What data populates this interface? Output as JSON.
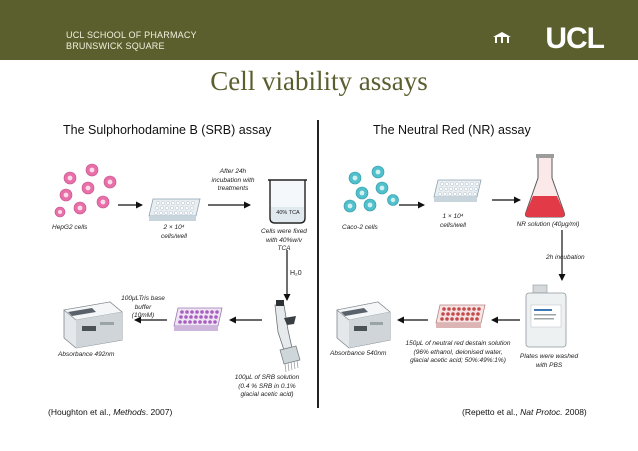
{
  "header": {
    "school_line1": "UCL SCHOOL OF PHARMACY",
    "school_line2": "BRUNSWICK SQUARE",
    "logo_text": "UCL"
  },
  "title": "Cell viability assays",
  "srb": {
    "heading": "The Sulphorhodamine B (SRB) assay",
    "hepg2": "HepG2 cells",
    "seed_line1": "2 × 10⁴",
    "seed_line2": "cells/well",
    "incubation_line1": "After 24h",
    "incubation_line2": "incubation with",
    "incubation_line3": "treatments",
    "fixed_line1": "Cells were fixed",
    "fixed_line2": "with 40%w/v",
    "fixed_line3": "TCA",
    "beaker_label": "40% TCA",
    "water": "H₂0",
    "srb_line1": "100μL of SRB solution",
    "srb_line2": "(0.4 % SRB in 0.1%",
    "srb_line3": "glacial acetic acid)",
    "tris_line1": "100μLTris base",
    "tris_line2": "buffer",
    "tris_line3": "(10mM)",
    "absorbance": "Absorbance 492nm",
    "ref_prefix": "(Houghton et al., ",
    "ref_journal": "Methods",
    "ref_suffix": ". 2007)"
  },
  "nr": {
    "heading": "The Neutral Red (NR) assay",
    "caco2": "Caco-2 cells",
    "seed_line1": "1 × 10⁴",
    "seed_line2": "cells/well",
    "nr_solution": "NR solution (40μg/ml)",
    "incubation": "2h incubation",
    "washed_line1": "Plates were washed",
    "washed_line2": "with PBS",
    "destain_line1": "150μL of neutral red destain solution",
    "destain_line2": "(96% ethanol, deionised water,",
    "destain_line3": "glacial acetic acid; 50%:49%:1%)",
    "absorbance": "Absorbance 540nm",
    "ref_prefix": "(Repetto et al., ",
    "ref_journal": "Nat Protoc.",
    "ref_suffix": " 2008)"
  },
  "colors": {
    "header": "#5b5f2e",
    "title": "#5b5f2e",
    "srb_cells": "#e96fa8",
    "nr_cells": "#4fc0cc",
    "srb_wells": "#a65fbf",
    "nr_wells": "#c34b4b",
    "flask_fill": "#e23b47"
  }
}
